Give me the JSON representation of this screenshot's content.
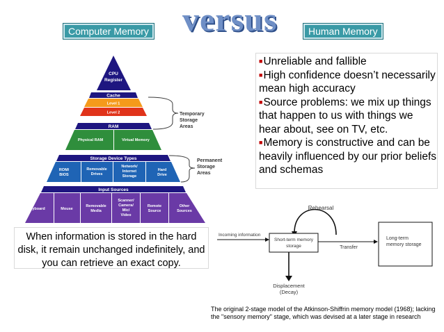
{
  "header": {
    "computer_label": "Computer Memory",
    "versus": "versus",
    "human_label": "Human Memory"
  },
  "pyramid": {
    "cpu": [
      "CPU",
      "Register"
    ],
    "cache": "Cache",
    "level1": "Level 1",
    "level2": "Level 2",
    "ram": "RAM",
    "physical_ram": "Physical RAM",
    "virtual_memory": "Virtual Memory",
    "storage_device_types": "Storage Device Types",
    "storage": [
      [
        "ROM/",
        "BIOS"
      ],
      [
        "Removable",
        "Drives"
      ],
      [
        "Network/",
        "Internet",
        "Storage"
      ],
      [
        "Hard",
        "Drive"
      ]
    ],
    "input_sources": "Input Sources",
    "inputs": [
      [
        "Keyboard"
      ],
      [
        "Mouse"
      ],
      [
        "Removable",
        "Media"
      ],
      [
        "Scanner/",
        "Camera/",
        "Mic/",
        "Video"
      ],
      [
        "Remote",
        "Source"
      ],
      [
        "Other",
        "Sources"
      ]
    ],
    "temporary": [
      "Temporary",
      "Storage",
      "Areas"
    ],
    "permanent": [
      "Permanent",
      "Storage",
      "Areas"
    ],
    "colors": {
      "navy": "#1e1680",
      "orange": "#f59a1b",
      "red": "#e0331a",
      "green": "#2f8e3c",
      "blue": "#1f64b5",
      "purple": "#6a3aa6"
    }
  },
  "human_points": [
    "Unreliable and fallible",
    "High confidence doesn’t necessarily mean high accuracy",
    "Source problems: we mix up things that happen to us with things we hear about, see on TV, etc.",
    "Memory is constructive and can be heavily influenced by our prior beliefs and schemas"
  ],
  "computer_note": "When information is stored in the hard disk, it remain unchanged indefinitely, and you can retrieve an exact copy.",
  "model": {
    "rehearsal": "Rehearsal",
    "incoming": "Incoming information",
    "short_term": [
      "Short-term memory",
      "storage"
    ],
    "transfer": "Transfer",
    "long_term": [
      "Long-term",
      "memory storage"
    ],
    "displacement": [
      "Displacement",
      "(Decay)"
    ]
  },
  "caption": "The original 2-stage model of the Atkinson-Shiffrin memory model (1968); lacking the \"sensory memory\" stage, which was devised at a later stage in research"
}
